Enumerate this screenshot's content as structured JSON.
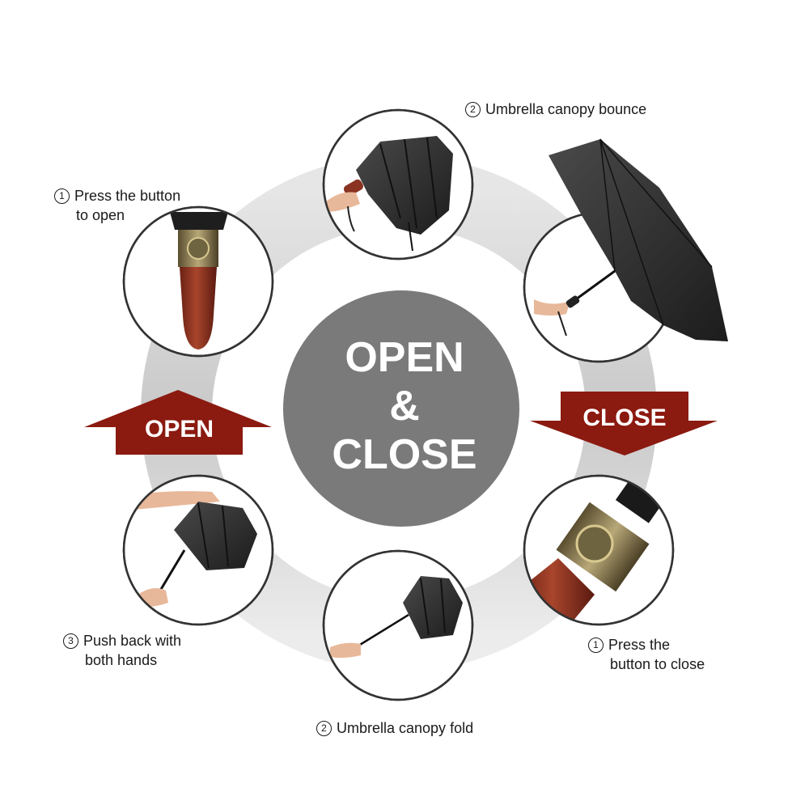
{
  "center": {
    "line1": "OPEN",
    "line2": "&",
    "line3": "CLOSE"
  },
  "arrows": {
    "open_label": "OPEN",
    "close_label": "CLOSE"
  },
  "captions": {
    "press_open": {
      "num": "1",
      "line1": "Press the button",
      "line2": "to open"
    },
    "canopy_bounce": {
      "num": "2",
      "text": "Umbrella canopy bounce"
    },
    "push_back": {
      "num": "3",
      "line1": "Push back with",
      "line2": "both hands"
    },
    "canopy_fold": {
      "num": "2",
      "text": "Umbrella canopy fold"
    },
    "press_close": {
      "num": "1",
      "line1": "Press the",
      "line2": "button to close"
    }
  },
  "colors": {
    "ring": "#d4d4d4",
    "center": "#7a7a7a",
    "arrow": "#8b1a10",
    "canopy": "#2a2a2a",
    "wood": "#8a3322",
    "brass": "#8a7a50"
  }
}
